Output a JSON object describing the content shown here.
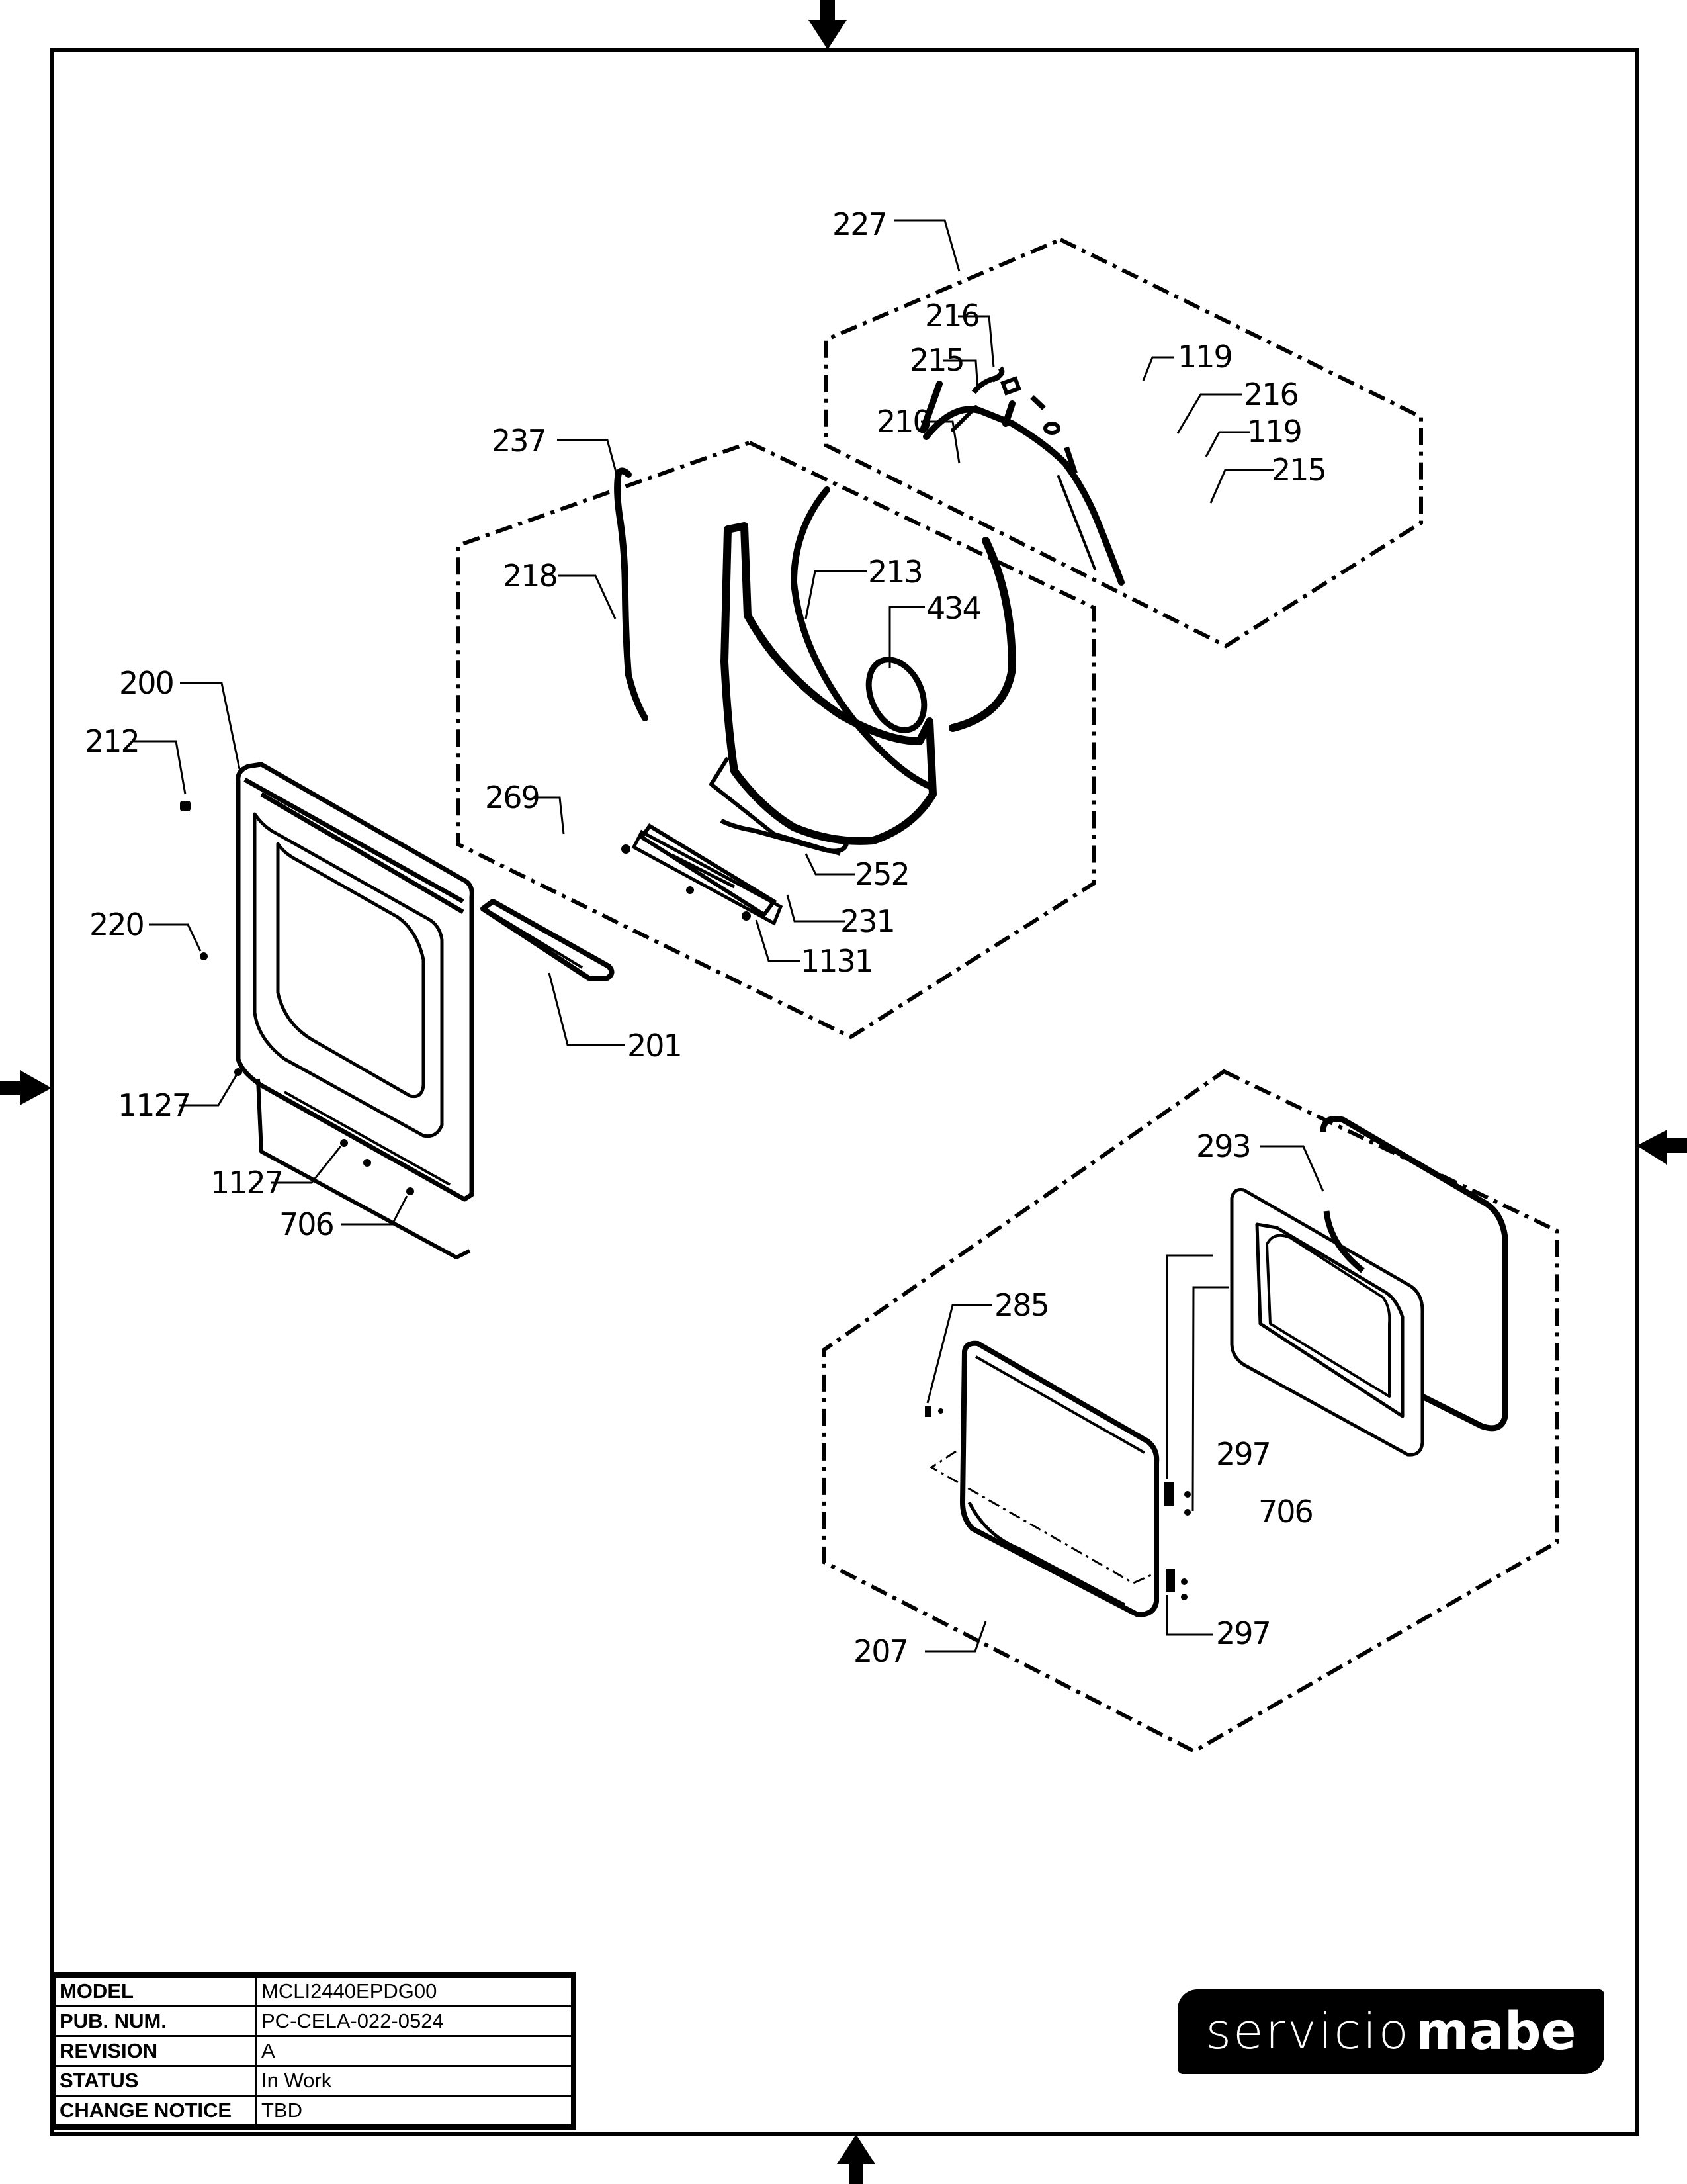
{
  "drawing": {
    "callouts": {
      "c227": "227",
      "c216a": "216",
      "c215a": "215",
      "c119a": "119",
      "c210": "210",
      "c216b": "216",
      "c119b": "119",
      "c215b": "215",
      "c237": "237",
      "c218": "218",
      "c213": "213",
      "c434": "434",
      "c269": "269",
      "c252": "252",
      "c231": "231",
      "c1131": "1131",
      "c200": "200",
      "c212": "212",
      "c220": "220",
      "c201": "201",
      "c1127a": "1127",
      "c1127b": "1127",
      "c706a": "706",
      "c293": "293",
      "c285": "285",
      "c297a": "297",
      "c706b": "706",
      "c297b": "297",
      "c207": "207"
    }
  },
  "title_block": {
    "rows": [
      {
        "label": "MODEL",
        "value": "MCLI2440EPDG00"
      },
      {
        "label": "PUB. NUM.",
        "value": "PC-CELA-022-0524"
      },
      {
        "label": "REVISION",
        "value": "A"
      },
      {
        "label": "STATUS",
        "value": "In Work"
      },
      {
        "label": "CHANGE NOTICE",
        "value": "TBD"
      }
    ]
  },
  "logo": {
    "light": "servicio",
    "bold": "mabe"
  },
  "colors": {
    "ink": "#000000",
    "paper": "#ffffff"
  }
}
